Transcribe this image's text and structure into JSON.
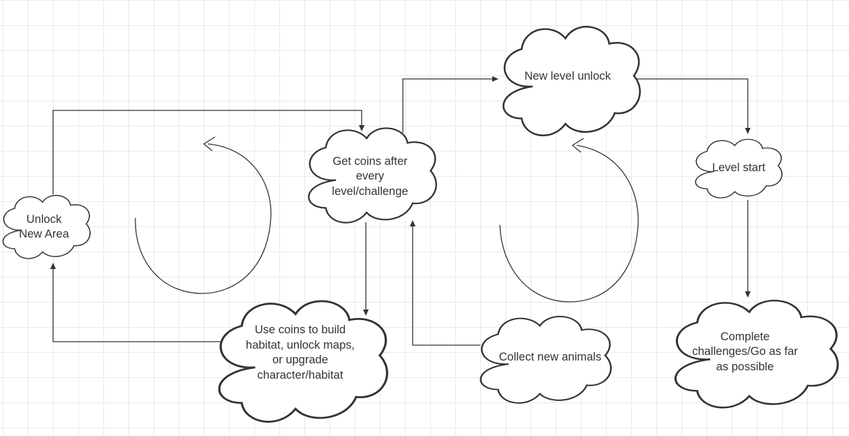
{
  "diagram": {
    "nodes": {
      "unlock_area": {
        "text": "Unlock\nNew Area"
      },
      "get_coins": {
        "text": "Get coins after\nevery\nlevel/challenge"
      },
      "new_level": {
        "text": "New level unlock"
      },
      "level_start": {
        "text": "Level start"
      },
      "use_coins": {
        "text": "Use coins to build\nhabitat, unlock maps,\nor upgrade\ncharacter/habitat"
      },
      "collect_animals": {
        "text": "Collect new animals"
      },
      "complete": {
        "text": "Complete\nchallenges/Go as far\nas possible"
      }
    },
    "edges": [
      {
        "from": "unlock_area",
        "to": "get_coins"
      },
      {
        "from": "get_coins",
        "to": "new_level"
      },
      {
        "from": "new_level",
        "to": "level_start"
      },
      {
        "from": "level_start",
        "to": "complete"
      },
      {
        "from": "get_coins",
        "to": "use_coins"
      },
      {
        "from": "use_coins",
        "to": "unlock_area"
      },
      {
        "from": "collect_animals",
        "to": "get_coins"
      }
    ],
    "cycle_indicators": [
      "left-loop",
      "right-loop"
    ]
  },
  "colors": {
    "stroke": "#333333",
    "text": "#333333",
    "grid": "#e9e9e9",
    "background": "#ffffff"
  }
}
